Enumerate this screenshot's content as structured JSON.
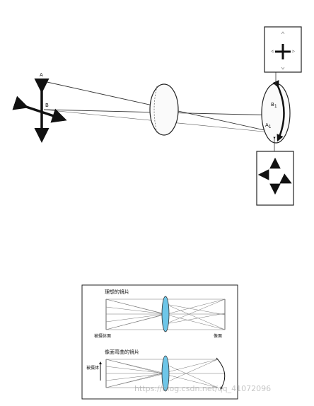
{
  "top_diagram": {
    "label_a": "A",
    "label_b": "B",
    "label_b1": "B",
    "label_b1_sub": "1",
    "label_a1": "A",
    "label_a1_sub": "1"
  },
  "bottom_diagram": {
    "ideal_lens_title": "理想的镜片",
    "object_plane_label": "被摄体面",
    "image_plane_label": "像面",
    "curved_lens_title": "像面弯曲的镜片",
    "object_label": "被摄体"
  },
  "watermark": "https://blog.csdn.net/qq_41072096",
  "colors": {
    "lens_fill": "#6ec6e8",
    "ink": "#111111"
  }
}
